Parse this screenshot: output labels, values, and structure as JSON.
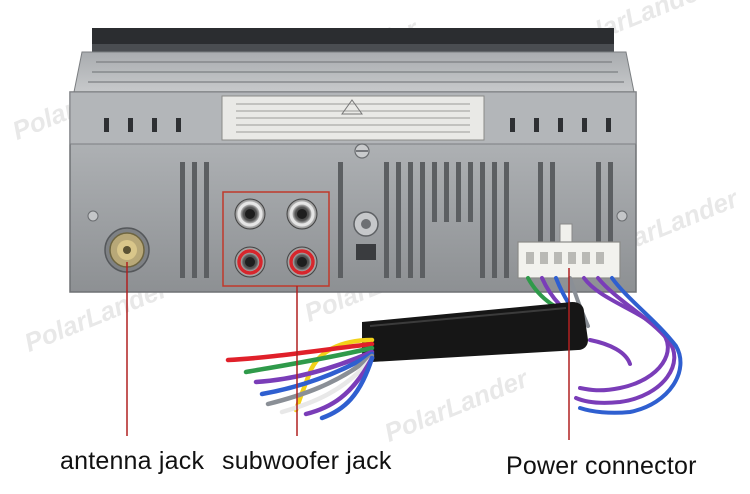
{
  "labels": {
    "antenna": "antenna jack",
    "subwoofer": "subwoofer jack",
    "power": "Power connector"
  },
  "watermark": "PolarLander",
  "colors": {
    "highlight_box": "#c0392b",
    "pointer_line": "#b02020",
    "chassis": "#9a9da0",
    "wire_red": "#e0202a",
    "wire_yellow": "#f2d21a",
    "wire_purple": "#7a3db8",
    "wire_blue": "#2f5fd0",
    "wire_green": "#2f9a4a",
    "wire_gray": "#8a8f96",
    "wire_white": "#e8e8e8"
  }
}
